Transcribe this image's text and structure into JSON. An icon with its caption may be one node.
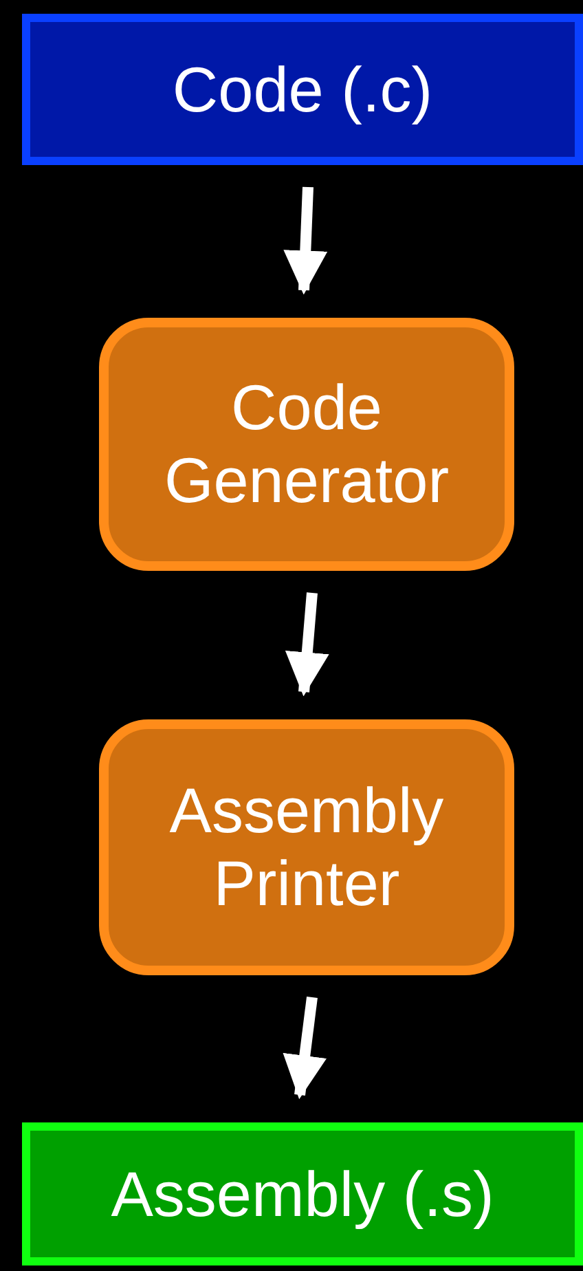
{
  "diagram": {
    "nodes": [
      {
        "text": [
          "Code (.c)"
        ]
      },
      {
        "text": [
          "Code Generator"
        ]
      },
      {
        "text": [
          "Assembly Printer"
        ]
      },
      {
        "text": [
          "Assembly (.s)"
        ]
      }
    ],
    "edges": [
      {
        "from": 0,
        "to": 1,
        "arrow": "to"
      },
      {
        "from": 1,
        "to": 2,
        "arrow": "to"
      },
      {
        "from": 2,
        "to": 3,
        "arrow": "to"
      }
    ]
  }
}
